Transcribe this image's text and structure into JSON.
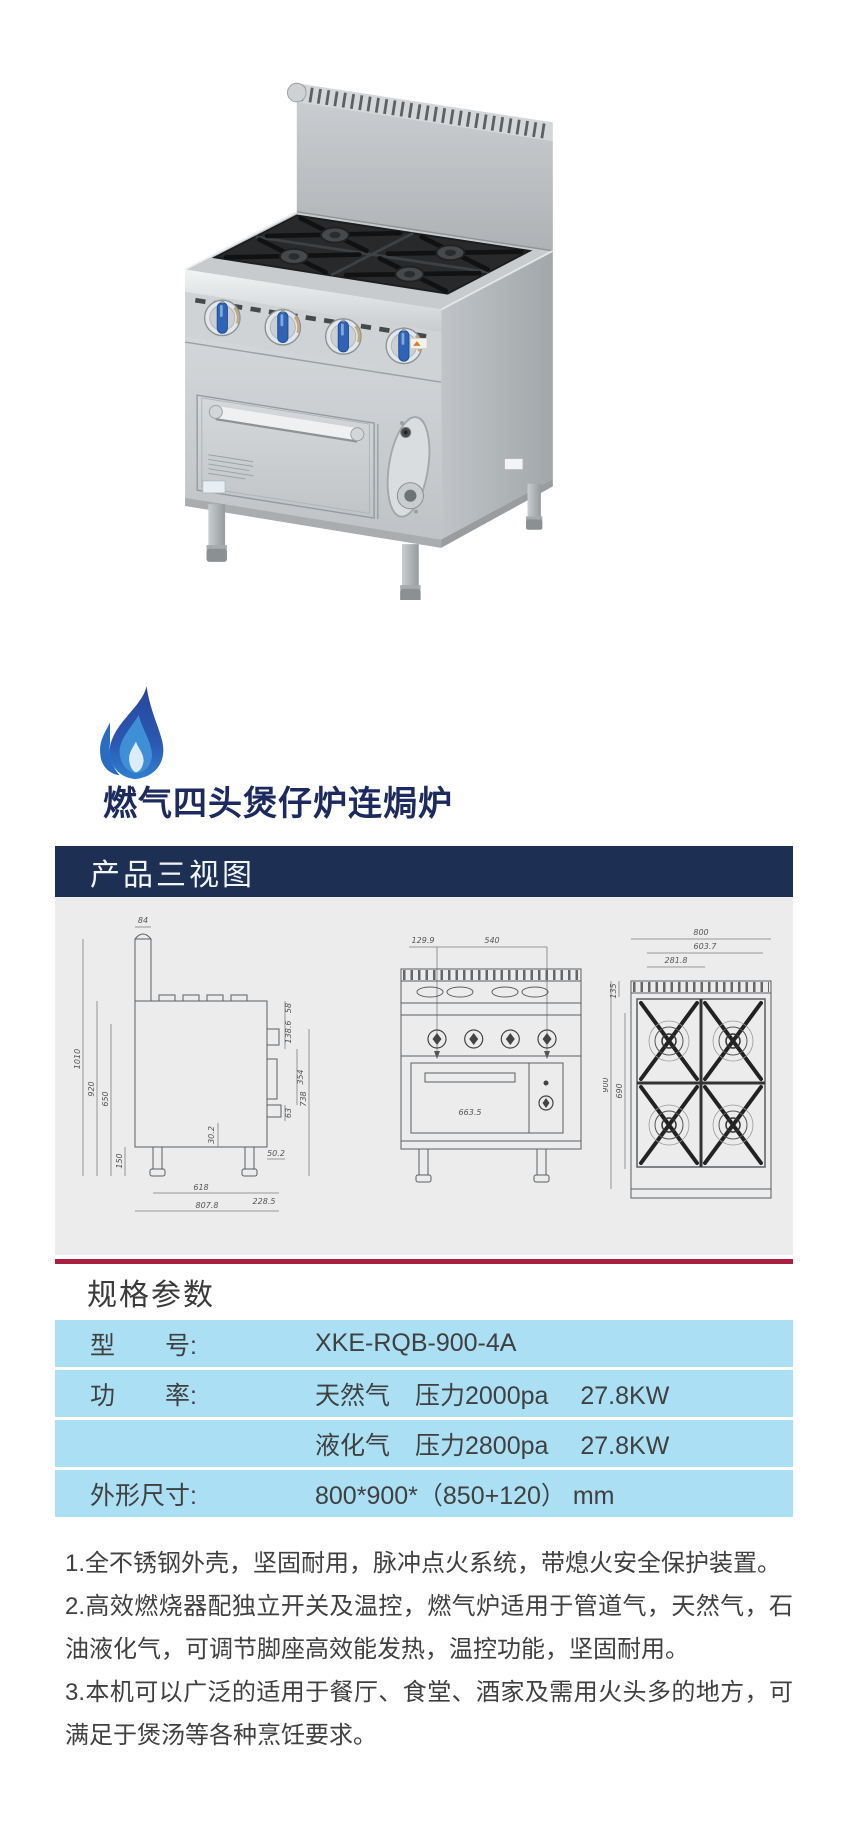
{
  "page": {
    "title": "燃气四头煲仔炉连焗炉"
  },
  "icons": {
    "flame": "blue-flame-logo"
  },
  "views": {
    "header": "产品三视图",
    "side_view": {
      "dims": {
        "h84": "84",
        "h1010": "1010",
        "h920": "920",
        "h650": "650",
        "h150": "150",
        "w618": "618",
        "w228_5": "228.5",
        "w807_8": "807.8",
        "w30_2": "30.2",
        "w50_2": "50.2",
        "h58": "58",
        "h138_6": "138.6",
        "h354": "354",
        "h63": "63",
        "h738": "738"
      }
    },
    "front_view": {
      "dims": {
        "w129_9": "129.9",
        "w540": "540",
        "w663_5": "663.5"
      }
    },
    "top_view": {
      "dims": {
        "w800": "800",
        "w603_7": "603.7",
        "w281_8": "281.8",
        "h135": "135",
        "h900": "900",
        "h690": "690"
      }
    }
  },
  "specs": {
    "heading": "规格参数",
    "rows": [
      {
        "label": "型　　号:",
        "value": "XKE-RQB-900-4A"
      },
      {
        "label": "功　　率:",
        "value": "天然气　压力2000pa　 27.8KW"
      },
      {
        "label": "",
        "value": "液化气　压力2800pa　 27.8KW"
      },
      {
        "label": "外形尺寸:",
        "value": "800*900*（850+120） mm"
      }
    ]
  },
  "features": {
    "items": [
      "1.全不锈钢外壳，坚固耐用，脉冲点火系统，带熄火安全保护装置。",
      "2.高效燃烧器配独立开关及温控，燃气炉适用于管道气，天然气，石油液化气，可调节脚座高效能发热，温控功能，坚固耐用。",
      "3.本机可以广泛的适用于餐厅、食堂、酒家及需用火头多的地方，可满足于煲汤等各种烹饪要求。"
    ]
  },
  "colors": {
    "header_bg": "#1d3054",
    "title_color": "#1d2a60",
    "divider_red": "#aa2040",
    "table_row_bg": "#abdff3",
    "panel_bg": "#ececec",
    "flame_blue": "#2b57b2",
    "knob_blue": "#2e63b8"
  }
}
